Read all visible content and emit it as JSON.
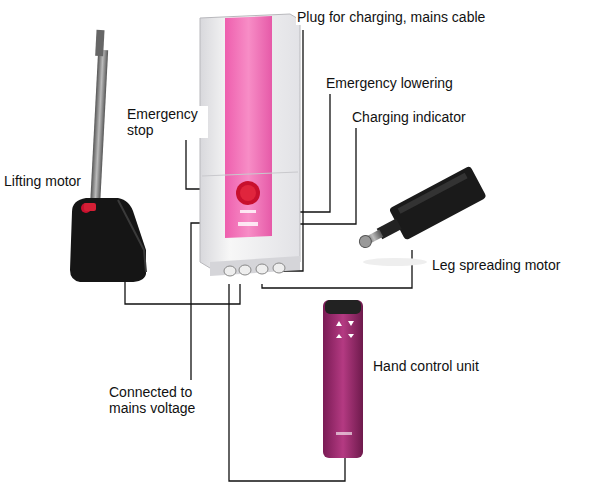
{
  "diagram": {
    "labels": [
      "Plug for charging, mains cable",
      "Emergency lowering",
      "Charging indicator",
      "Emergency stop",
      "Lifting motor",
      "Leg spreading motor",
      "Hand control unit",
      "Connected to mains voltage"
    ]
  }
}
